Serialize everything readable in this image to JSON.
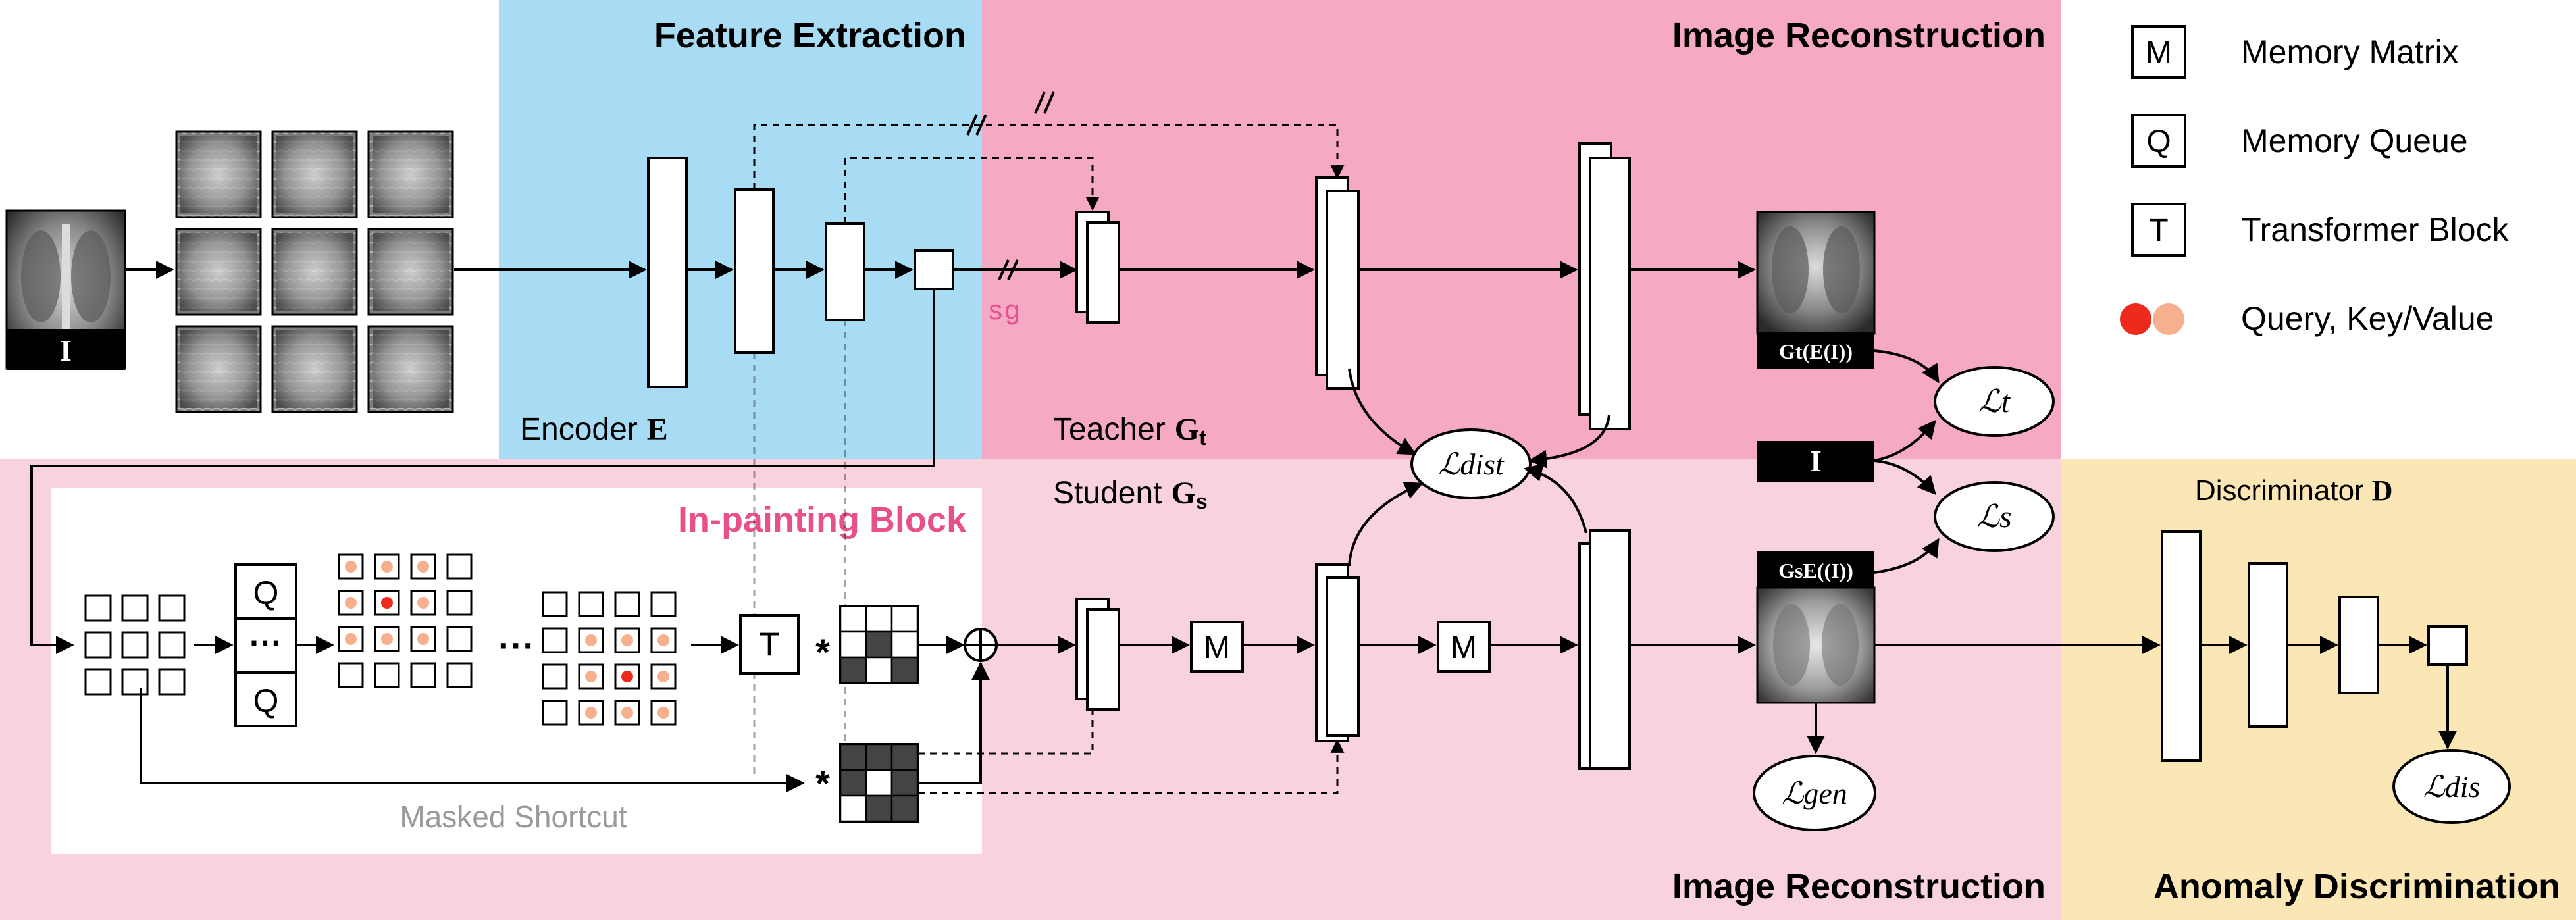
{
  "regions": {
    "feature_extraction": "Feature Extraction",
    "image_reconstruction_top": "Image Reconstruction",
    "inpainting_block": "In-painting Block",
    "image_reconstruction_bottom": "Image Reconstruction",
    "anomaly_discrimination": "Anomaly Discrimination"
  },
  "labels": {
    "input_image": "I",
    "encoder": "Encoder",
    "encoder_symbol": "E",
    "teacher": "Teacher",
    "teacher_symbol": "G",
    "teacher_sub": "t",
    "student": "Student",
    "student_symbol": "G",
    "student_sub": "s",
    "stop_gradient": "sg",
    "masked_shortcut": "Masked Shortcut",
    "discriminator": "Discriminator",
    "discriminator_symbol": "D",
    "teacher_output": "Gt(E(I))",
    "student_output": "GsE((I))",
    "real_image": "I",
    "ellipsis": "···",
    "asterisk": "*"
  },
  "losses": {
    "teacher": "ℒt",
    "student": "ℒs",
    "distill": "ℒdist",
    "gen": "ℒgen",
    "dis": "ℒdis"
  },
  "blocks": {
    "queue": "Q",
    "memory": "M",
    "transformer": "T"
  },
  "legend": [
    {
      "symbol": "M",
      "label": "Memory Matrix"
    },
    {
      "symbol": "Q",
      "label": "Memory Queue"
    },
    {
      "symbol": "T",
      "label": "Transformer Block"
    },
    {
      "symbol": "dots",
      "label": "Query, Key/Value"
    }
  ],
  "colors": {
    "feature_extraction_bg": "#a8dcf5",
    "reconstruction_top_bg": "#f5a9c5",
    "reconstruction_bottom_bg": "#f9d2df",
    "anomaly_bg": "#fbe6b5",
    "inpainting_title": "#e8508a",
    "query_dot": "#ee2a1d",
    "keyvalue_dot": "#f7b08e",
    "sg_text": "#e8508a",
    "masked_text": "#999999"
  }
}
